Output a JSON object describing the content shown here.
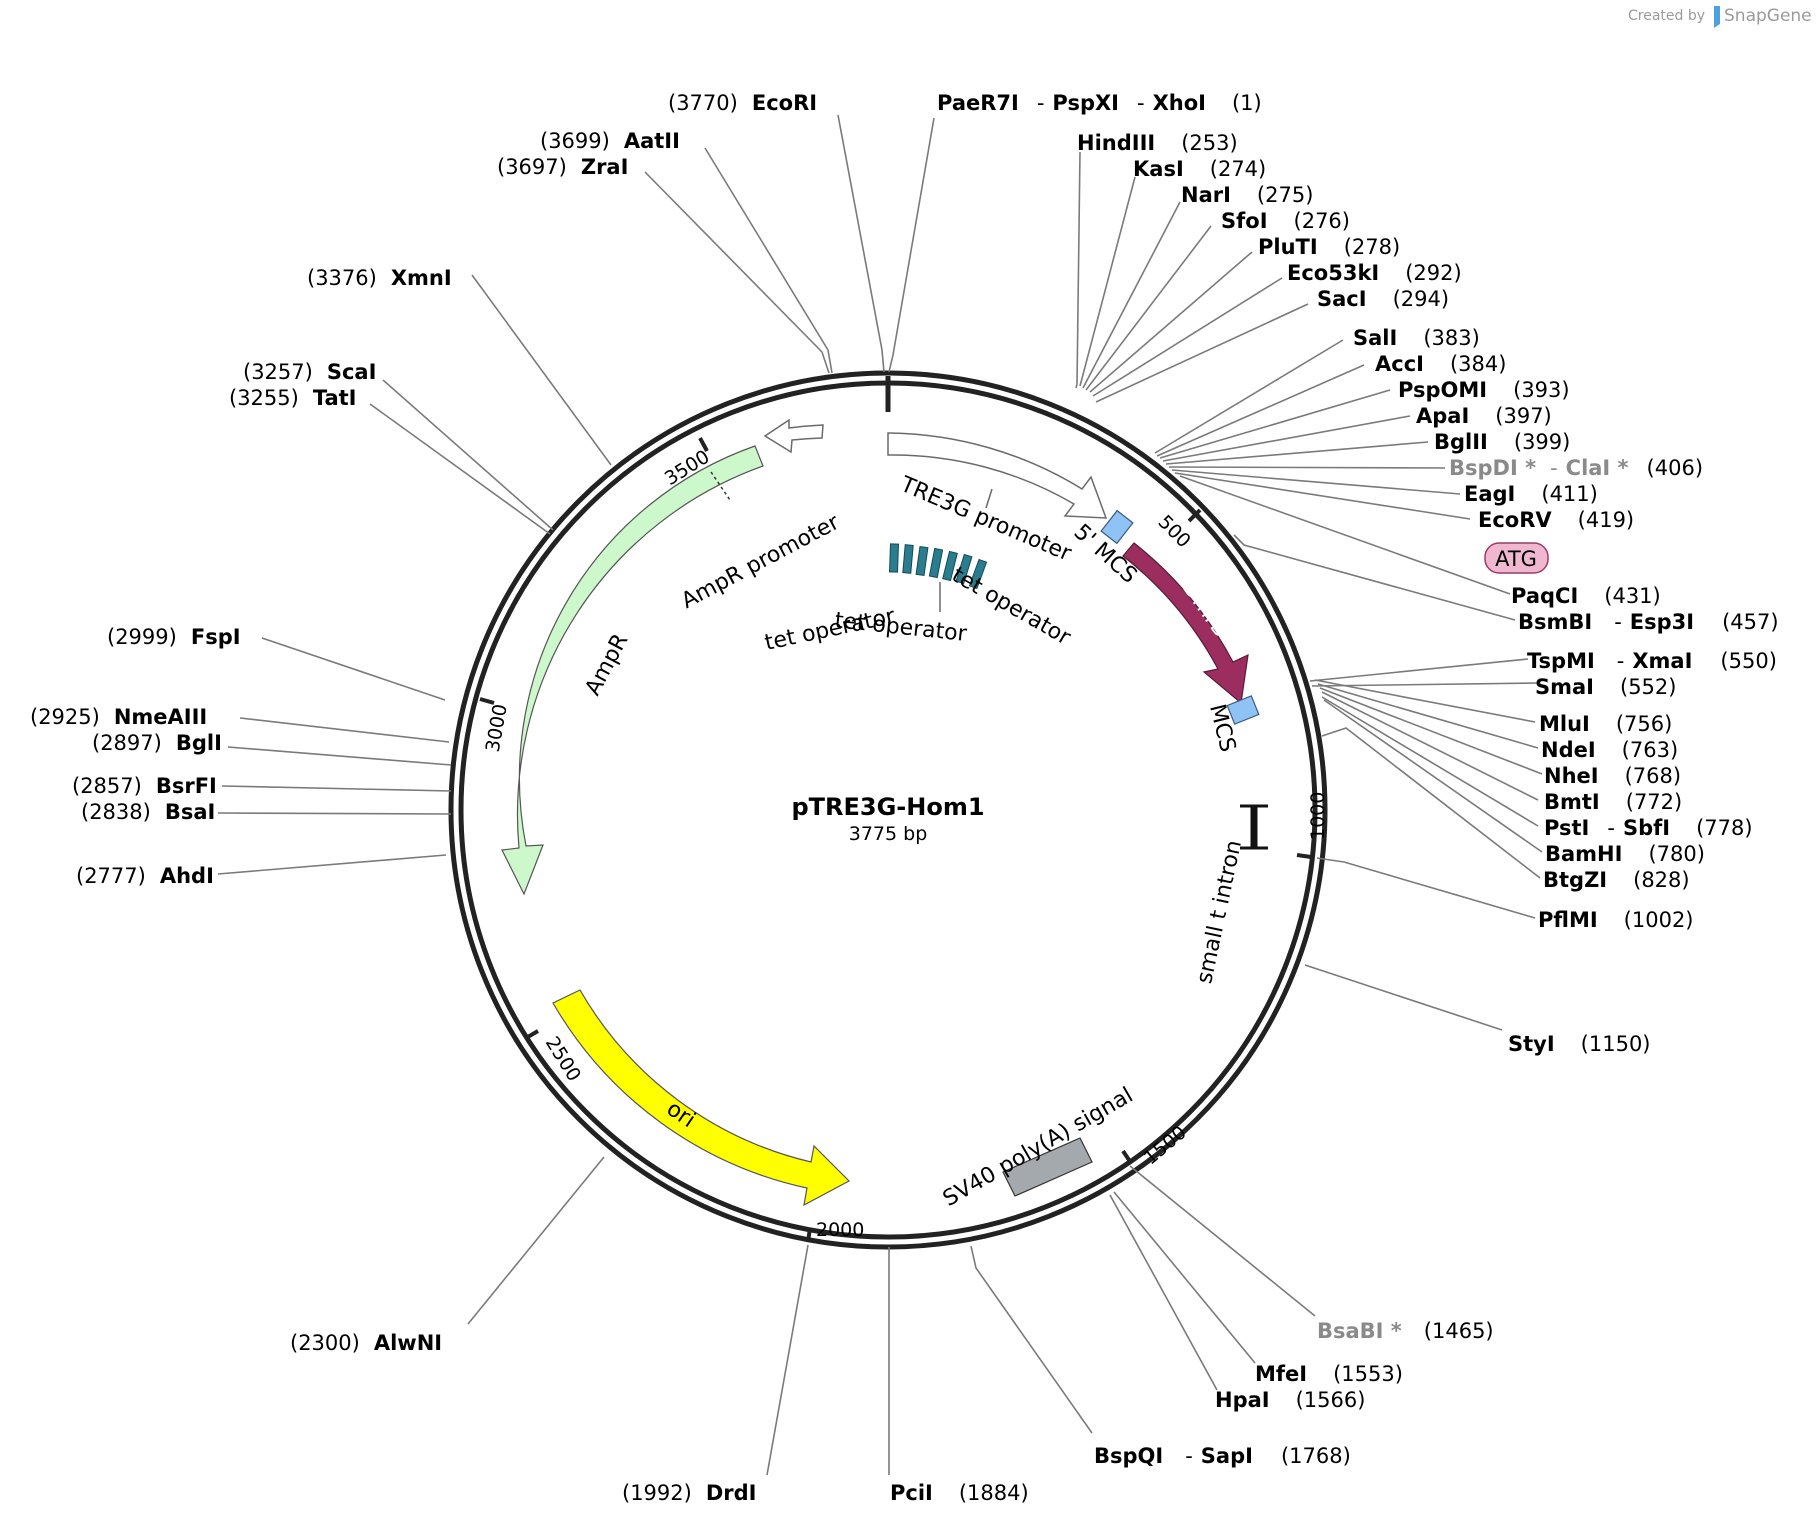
{
  "credit": {
    "prefix": "Created by",
    "brand": "SnapGene"
  },
  "plasmid": {
    "name": "pTRE3G-Hom1",
    "size": "3775 bp"
  },
  "ticks": [
    "500",
    "1000",
    "1500",
    "2000",
    "2500",
    "3000",
    "3500"
  ],
  "features": {
    "tre3g": "TRE3G promoter",
    "mcs5": "5' MCS",
    "dmrb": "DmrB",
    "mcs": "MCS",
    "small_t": "small t intron",
    "sv40": "SV40 poly(A) signal",
    "ori": "ori",
    "ampr": "AmpR",
    "ampr_promoter": "AmpR promoter",
    "tet1": "tet operator",
    "tet2": "tet operator",
    "tet3": "tet operator"
  },
  "atg": "ATG",
  "sites": [
    {
      "text": "EcoRI",
      "pos": "(3770)"
    },
    {
      "text": "PaeR7I",
      "text2": "PspXI",
      "text3": "XhoI",
      "pos": "(1)"
    },
    {
      "text": "AatII",
      "pos": "(3699)"
    },
    {
      "text": "ZraI",
      "pos": "(3697)"
    },
    {
      "text": "HindIII",
      "pos": "(253)"
    },
    {
      "text": "KasI",
      "pos": "(274)"
    },
    {
      "text": "NarI",
      "pos": "(275)"
    },
    {
      "text": "SfoI",
      "pos": "(276)"
    },
    {
      "text": "PluTI",
      "pos": "(278)"
    },
    {
      "text": "Eco53kI",
      "pos": "(292)"
    },
    {
      "text": "SacI",
      "pos": "(294)"
    },
    {
      "text": "XmnI",
      "pos": "(3376)"
    },
    {
      "text": "SalI",
      "pos": "(383)"
    },
    {
      "text": "AccI",
      "pos": "(384)"
    },
    {
      "text": "PspOMI",
      "pos": "(393)"
    },
    {
      "text": "ApaI",
      "pos": "(397)"
    },
    {
      "text": "BglII",
      "pos": "(399)"
    },
    {
      "text": "BspDI *",
      "text2": "ClaI *",
      "pos": "(406)"
    },
    {
      "text": "EagI",
      "pos": "(411)"
    },
    {
      "text": "EcoRV",
      "pos": "(419)"
    },
    {
      "text": "ScaI",
      "pos": "(3257)"
    },
    {
      "text": "TatI",
      "pos": "(3255)"
    },
    {
      "text": "PaqCI",
      "pos": "(431)"
    },
    {
      "text": "BsmBI",
      "text2": "Esp3I",
      "pos": "(457)"
    },
    {
      "text": "TspMI",
      "text2": "XmaI",
      "pos": "(550)"
    },
    {
      "text": "SmaI",
      "pos": "(552)"
    },
    {
      "text": "FspI",
      "pos": "(2999)"
    },
    {
      "text": "NmeAIII",
      "pos": "(2925)"
    },
    {
      "text": "BglI",
      "pos": "(2897)"
    },
    {
      "text": "BsrFI",
      "pos": "(2857)"
    },
    {
      "text": "BsaI",
      "pos": "(2838)"
    },
    {
      "text": "MluI",
      "pos": "(756)"
    },
    {
      "text": "NdeI",
      "pos": "(763)"
    },
    {
      "text": "NheI",
      "pos": "(768)"
    },
    {
      "text": "BmtI",
      "pos": "(772)"
    },
    {
      "text": "PstI",
      "text2": "SbfI",
      "pos": "(778)"
    },
    {
      "text": "BamHI",
      "pos": "(780)"
    },
    {
      "text": "BtgZI",
      "pos": "(828)"
    },
    {
      "text": "AhdI",
      "pos": "(2777)"
    },
    {
      "text": "PflMI",
      "pos": "(1002)"
    },
    {
      "text": "StyI",
      "pos": "(1150)"
    },
    {
      "text": "BsaBI *",
      "pos": "(1465)"
    },
    {
      "text": "AlwNI",
      "pos": "(2300)"
    },
    {
      "text": "MfeI",
      "pos": "(1553)"
    },
    {
      "text": "HpaI",
      "pos": "(1566)"
    },
    {
      "text": "BspQI",
      "text2": "SapI",
      "pos": "(1768)"
    },
    {
      "text": "DrdI",
      "pos": "(1992)"
    },
    {
      "text": "PciI",
      "pos": "(1884)"
    }
  ],
  "colors": {
    "dmrb": "#9b2d5f",
    "mcs": "#8fc2f5",
    "ampr": "#ccf8cc",
    "ori": "#ffff00",
    "sv40": "#a4a9ae",
    "tet": "#2a7d8e",
    "atg_fill": "#f0b8d0"
  }
}
